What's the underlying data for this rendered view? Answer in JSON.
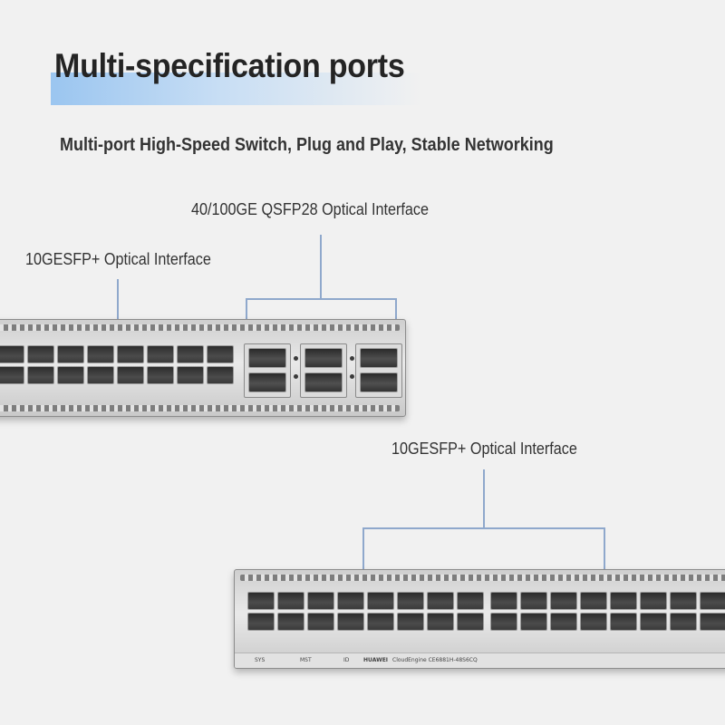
{
  "headline": {
    "text": "Multi-specification ports"
  },
  "subtitle": "Multi-port High-Speed Switch, Plug and Play, Stable Networking",
  "labels": {
    "qsfp": "40/100GE QSFP28 Optical Interface",
    "sfp_top": "10GESFP+ Optical Interface",
    "sfp_bottom": "10GESFP+ Optical Interface"
  },
  "switch_panel": {
    "sys": "SYS",
    "mst": "MST",
    "id": "ID",
    "brand": "HUAWEI",
    "model": "CloudEngine CE6881H-48S6CQ"
  },
  "colors": {
    "callout_line": "#8fa8cc",
    "headline_gradient": "#96c3f0"
  }
}
